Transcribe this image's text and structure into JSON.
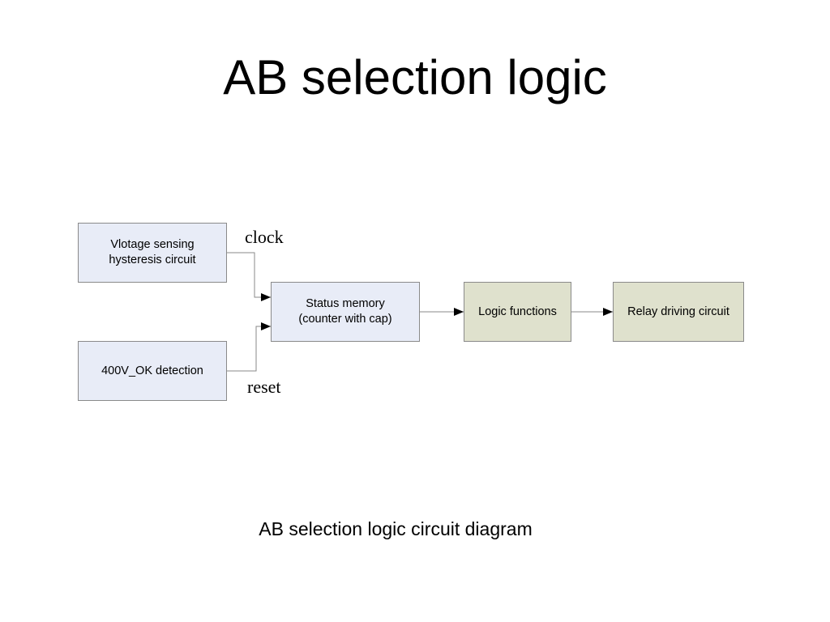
{
  "slide": {
    "title": "AB selection logic",
    "caption": "AB selection logic circuit diagram"
  },
  "diagram": {
    "blocks": {
      "voltage_sensing": {
        "line1": "Vlotage sensing",
        "line2": "hysteresis circuit"
      },
      "ok_detection": {
        "label": "400V_OK detection"
      },
      "status_memory": {
        "line1": "Status memory",
        "line2": "(counter with cap)"
      },
      "logic_functions": {
        "label": "Logic functions"
      },
      "relay_driving": {
        "label": "Relay driving circuit"
      }
    },
    "signals": {
      "clock": "clock",
      "reset": "reset"
    },
    "colors": {
      "input_block_fill": "#e8ecf7",
      "logic_block_fill": "#dfe1cd",
      "border": "#8a8a8a",
      "wire": "#8a8a8a",
      "arrowhead": "#000000"
    }
  }
}
